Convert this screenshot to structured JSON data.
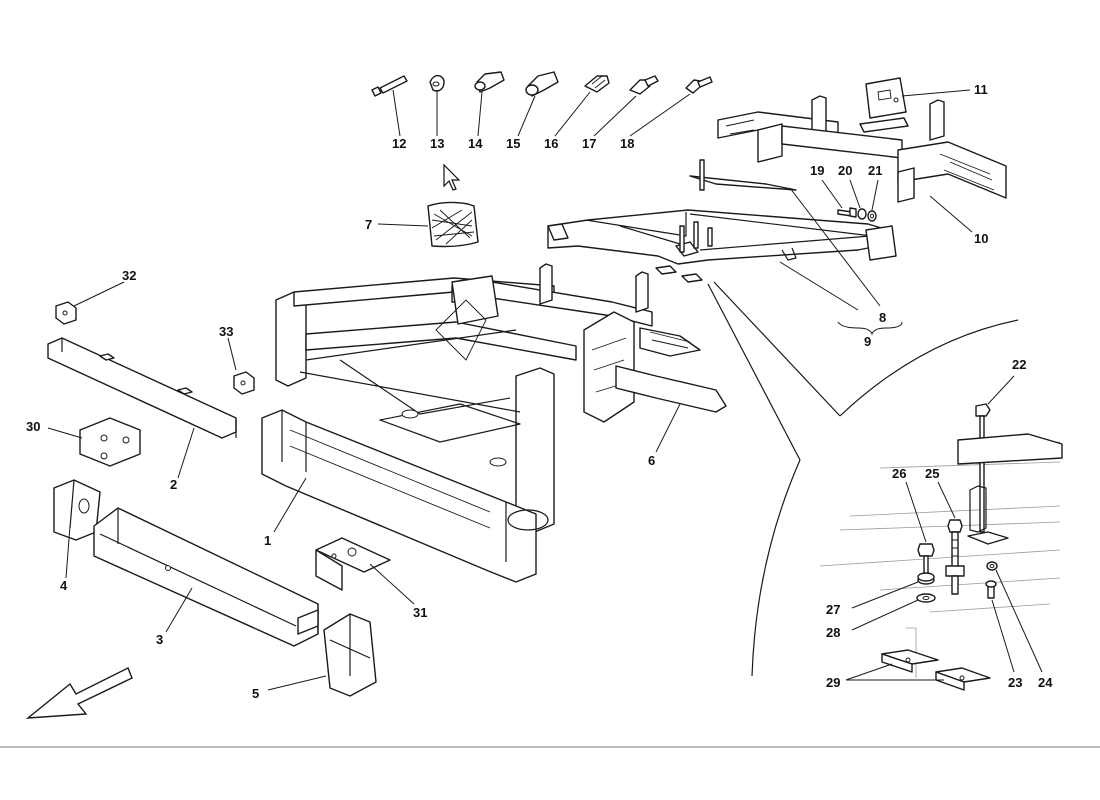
{
  "diagram": {
    "callouts": {
      "c1": "1",
      "c2": "2",
      "c3": "3",
      "c4": "4",
      "c5": "5",
      "c6": "6",
      "c7": "7",
      "c8": "8",
      "c9": "9",
      "c10": "10",
      "c11": "11",
      "c12": "12",
      "c13": "13",
      "c14": "14",
      "c15": "15",
      "c16": "16",
      "c17": "17",
      "c18": "18",
      "c19": "19",
      "c20": "20",
      "c21": "21",
      "c22": "22",
      "c23": "23",
      "c24": "24",
      "c25": "25",
      "c26": "26",
      "c27": "27",
      "c28": "28",
      "c29": "29",
      "c30": "30",
      "c31": "31",
      "c32": "32",
      "c33": "33"
    },
    "icons": {
      "cursor": "mouse-pointer-icon",
      "direction": "front-direction-arrow-icon"
    },
    "colors": {
      "line": "#1a1a1a",
      "rule": "#bdbdbd",
      "background": "#ffffff"
    }
  }
}
